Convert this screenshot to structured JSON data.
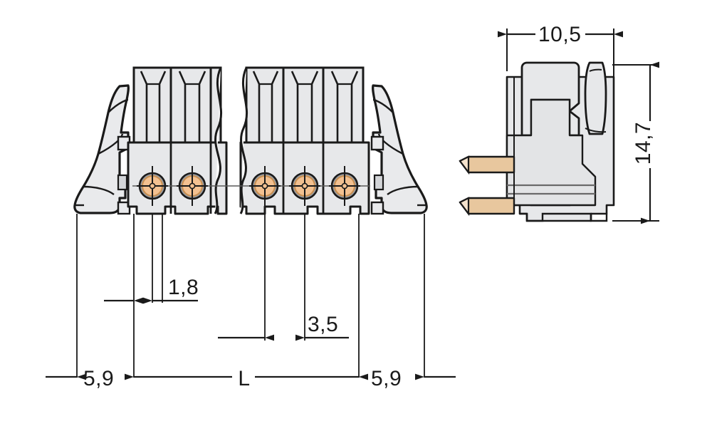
{
  "drawing": {
    "type": "technical-dimension-drawing",
    "subject": "female-pluggable-connector",
    "background_color": "#ffffff",
    "line_color": "#1a1a1a",
    "body_fill_color": "#e3e4e6",
    "body_fill_color_light": "#eeeff0",
    "pin_fill_color": "#f3c191",
    "pin_edge_color": "#c98f50",
    "pin_metal_color": "#e8c79e",
    "text_color": "#1a1a1a"
  },
  "views": {
    "front": {
      "label": "front-view",
      "pole_count_visible": 5,
      "has_break_line": true,
      "levers": [
        "left-locking-lever",
        "right-locking-lever"
      ]
    },
    "side": {
      "label": "side-view",
      "pin_count_visible": 2
    }
  },
  "dimensions": {
    "width_overall": {
      "value": "10,5",
      "name": "depth-dimension",
      "orientation": "horizontal",
      "arrow_style": "outward"
    },
    "height_overall": {
      "value": "14,7",
      "name": "height-dimension",
      "orientation": "vertical",
      "arrow_style": "inward"
    },
    "pin_width": {
      "value": "1,8",
      "name": "pin-width-dimension",
      "orientation": "horizontal",
      "arrow_style": "outward"
    },
    "pin_pitch": {
      "value": "3,5",
      "name": "pin-pitch-dimension",
      "orientation": "horizontal",
      "arrow_style": "outward"
    },
    "edge_left": {
      "value": "5,9",
      "name": "left-edge-dimension",
      "orientation": "horizontal",
      "arrow_style": "outward"
    },
    "edge_right": {
      "value": "5,9",
      "name": "right-edge-dimension",
      "orientation": "horizontal",
      "arrow_style": "outward"
    },
    "length_total": {
      "value": "L",
      "name": "overall-length-dimension",
      "orientation": "horizontal",
      "arrow_style": "inward"
    }
  }
}
